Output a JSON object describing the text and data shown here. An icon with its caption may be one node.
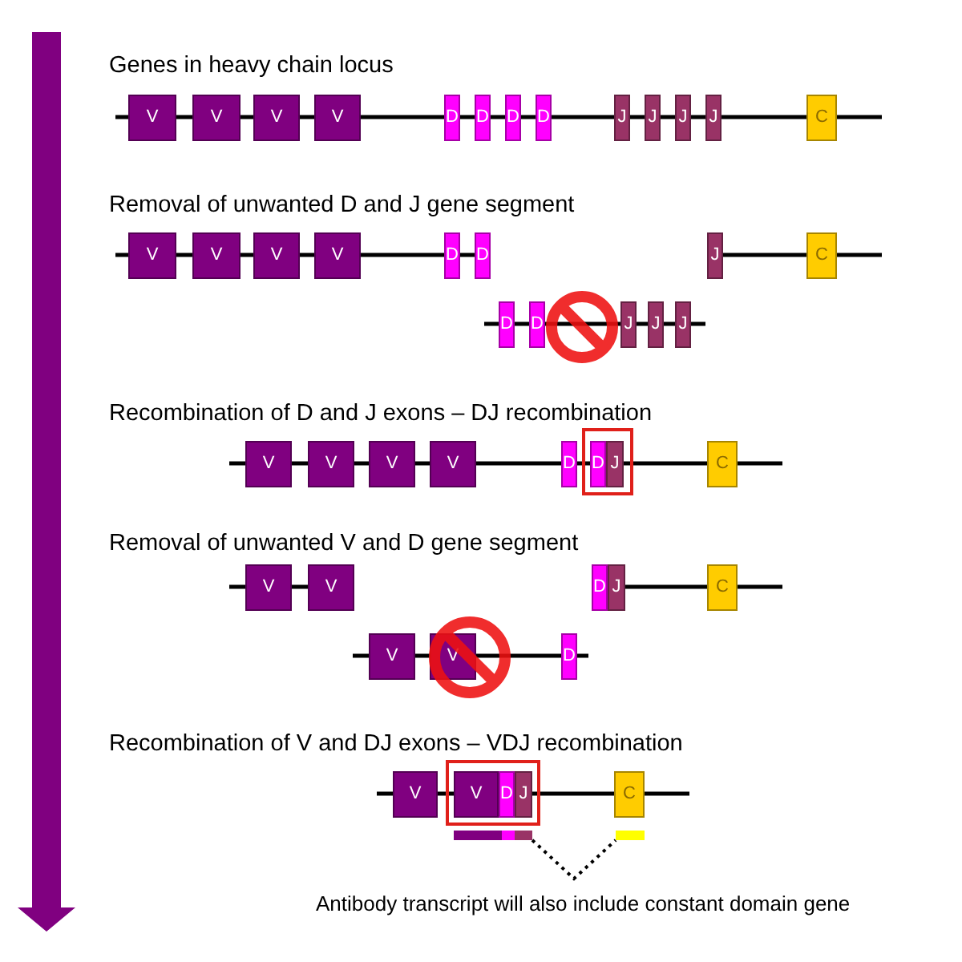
{
  "diagram": {
    "nodes": [
      {
        "text": [
          "V"
        ]
      },
      {
        "text": [
          "V"
        ]
      },
      {
        "text": [
          "V"
        ]
      },
      {
        "text": [
          "V"
        ]
      },
      {
        "text": [
          "D"
        ]
      },
      {
        "text": [
          "D"
        ]
      },
      {
        "text": [
          "D"
        ]
      },
      {
        "text": [
          "D"
        ]
      },
      {
        "text": [
          "J"
        ]
      },
      {
        "text": [
          "J"
        ]
      },
      {
        "text": [
          "J"
        ]
      },
      {
        "text": [
          "J"
        ]
      },
      {
        "text": [
          "C"
        ]
      },
      {
        "text": [
          "V"
        ]
      },
      {
        "text": [
          "V"
        ]
      },
      {
        "text": [
          "V"
        ]
      },
      {
        "text": [
          "V"
        ]
      },
      {
        "text": [
          "D"
        ]
      },
      {
        "text": [
          "D"
        ]
      },
      {
        "text": [
          "J"
        ]
      },
      {
        "text": [
          "C"
        ]
      },
      {
        "text": [
          "D"
        ]
      },
      {
        "text": [
          "D"
        ]
      },
      {
        "text": [
          "J"
        ]
      },
      {
        "text": [
          "J"
        ]
      },
      {
        "text": [
          "J"
        ]
      },
      {
        "text": [
          "V"
        ]
      },
      {
        "text": [
          "V"
        ]
      },
      {
        "text": [
          "V"
        ]
      },
      {
        "text": [
          "V"
        ]
      },
      {
        "text": [
          "D"
        ]
      },
      {
        "text": [
          "D"
        ]
      },
      {
        "text": [
          "J"
        ]
      },
      {
        "text": [
          "C"
        ]
      },
      {
        "text": [
          "V"
        ]
      },
      {
        "text": [
          "V"
        ]
      },
      {
        "text": [
          "D"
        ]
      },
      {
        "text": [
          "J"
        ]
      },
      {
        "text": [
          "C"
        ]
      },
      {
        "text": [
          "V"
        ]
      },
      {
        "text": [
          "V"
        ]
      },
      {
        "text": [
          "D"
        ]
      },
      {
        "text": [
          "V"
        ]
      },
      {
        "text": [
          "V"
        ]
      },
      {
        "text": [
          "D"
        ]
      },
      {
        "text": [
          "J"
        ]
      },
      {
        "text": [
          "C"
        ]
      },
      {
        "text": [],
        "shape": "bar"
      },
      {
        "text": [],
        "shape": "bar"
      }
    ],
    "edges": [
      {
        "from": 47,
        "to": 48,
        "arrow": "none",
        "style": "dashed"
      }
    ],
    "labels": [
      "Genes in heavy chain locus",
      "Removal of unwanted D and J gene segment",
      "Recombination of D and J exons – DJ recombination",
      "Removal of unwanted V and D gene segment",
      "Recombination of V and DJ exons – VDJ recombination",
      "Antibody transcript will also include constant domain gene"
    ]
  }
}
